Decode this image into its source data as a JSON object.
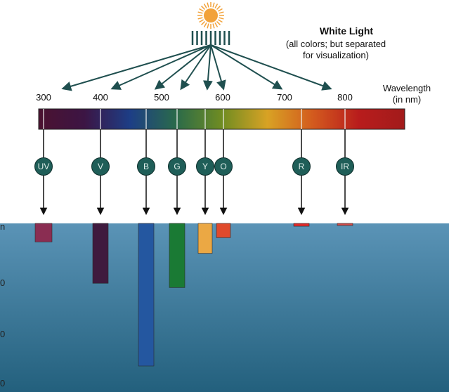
{
  "title": "White Light",
  "subtitle_lines": [
    "(all colors; but separated",
    "for visualization)"
  ],
  "axis_label_lines": [
    "Wavelength",
    "(in nm)"
  ],
  "tick_labels": [
    "300",
    "400",
    "500",
    "600",
    "700",
    "800"
  ],
  "bands": [
    {
      "label": "UV",
      "color": "#8a2d52",
      "penetration": 0.13
    },
    {
      "label": "V",
      "color": "#3f1a3e",
      "penetration": 0.42
    },
    {
      "label": "B",
      "color": "#2457a0",
      "penetration": 1.0
    },
    {
      "label": "G",
      "color": "#1a7a34",
      "penetration": 0.45
    },
    {
      "label": "Y",
      "color": "#eba844",
      "penetration": 0.21
    },
    {
      "label": "O",
      "color": "#e04a2c",
      "penetration": 0.1
    },
    {
      "label": "R",
      "color": "#e02a2a",
      "penetration": 0.02
    },
    {
      "label": "IR",
      "color": "#d24a48",
      "penetration": 0.01
    }
  ],
  "depth_labels": [
    "n",
    "0",
    "0",
    "0"
  ],
  "colors": {
    "spectrum": [
      "#4b1230",
      "#3c1544",
      "#1d3e86",
      "#2a6a4a",
      "#6f8c22",
      "#d8a224",
      "#d35a1e",
      "#b81c1c",
      "#a21b1b"
    ],
    "water_top": "#5c95b8",
    "water_bottom": "#23607d",
    "arrow": "#1f4f4f",
    "sun": "#f2a23a"
  }
}
